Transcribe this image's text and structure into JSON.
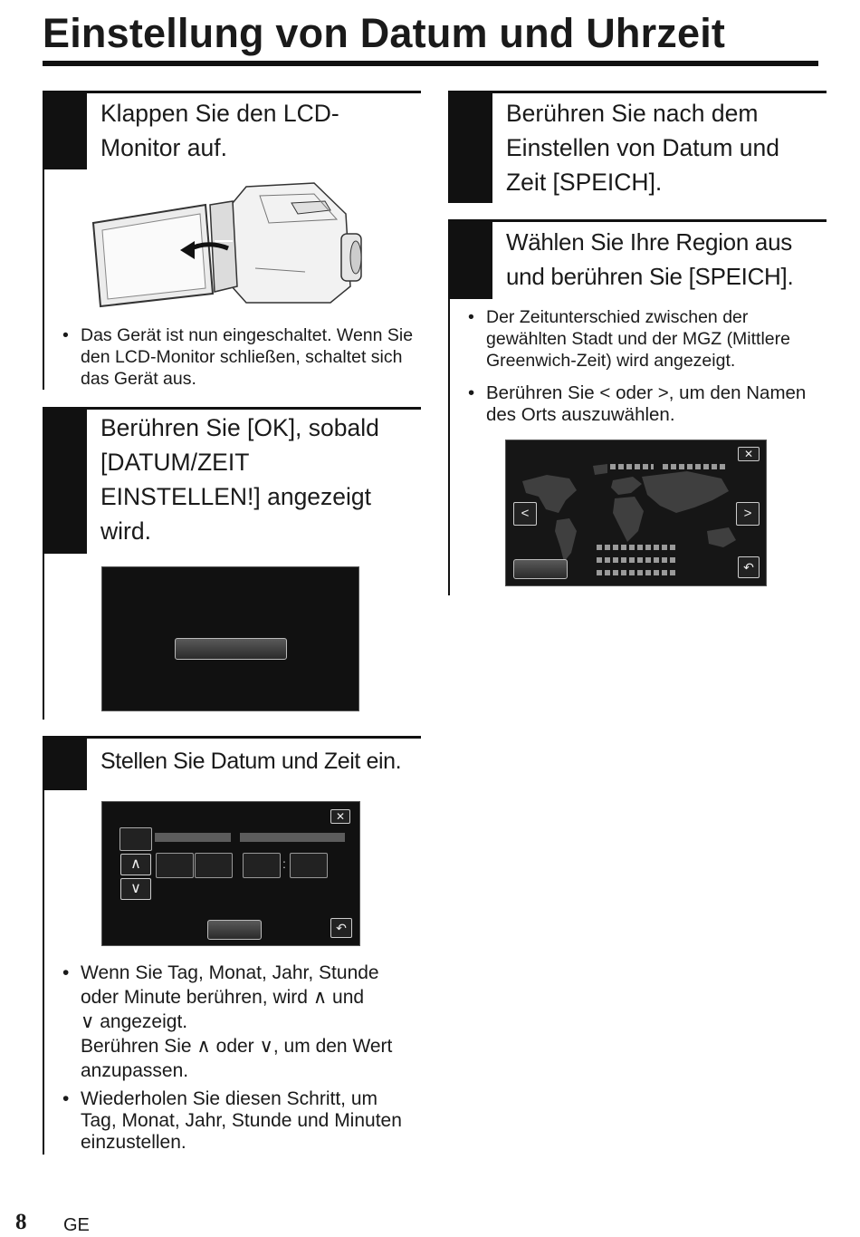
{
  "page": {
    "title": "Einstellung von Datum und Uhrzeit",
    "page_number": "8",
    "language": "GE"
  },
  "step1": {
    "heading": "Klappen Sie den LCD-Monitor auf.",
    "bullets": [
      "Das Gerät ist nun eingeschaltet. Wenn Sie den LCD-Monitor schließen, schaltet sich das Gerät aus."
    ]
  },
  "step2": {
    "heading": "Berühren Sie [OK], sobald [DATUM/ZEIT EINSTELLEN!] angezeigt wird."
  },
  "step3": {
    "heading": "Stellen Sie Datum und Zeit ein.",
    "bullet1_parts": [
      "Wenn Sie Tag, Monat, Jahr, Stunde oder Minute berühren, wird",
      "und",
      "angezeigt."
    ],
    "bullet1_line2_parts": [
      "Berühren Sie",
      "oder",
      ", um den Wert anzupassen."
    ],
    "bullet2": "Wiederholen Sie diesen Schritt, um Tag, Monat, Jahr, Stunde und Minuten einzustellen.",
    "time_separator": ":"
  },
  "step4": {
    "heading": "Berühren Sie nach dem Einstellen von Datum und Zeit [SPEICH]."
  },
  "step5": {
    "heading": "Wählen Sie Ihre Region aus und berühren Sie [SPEICH].",
    "bullet1": "Der Zeitunterschied zwischen der gewählten Stadt und der MGZ (Mittlere Greenwich-Zeit) wird angezeigt.",
    "bullet2_parts": [
      "Berühren Sie",
      "oder",
      ", um den Namen des Orts auszuwählen."
    ]
  },
  "icons": {
    "close": "✕",
    "back": "↶",
    "up": "∧",
    "down": "∨",
    "left": "<",
    "right": ">"
  }
}
